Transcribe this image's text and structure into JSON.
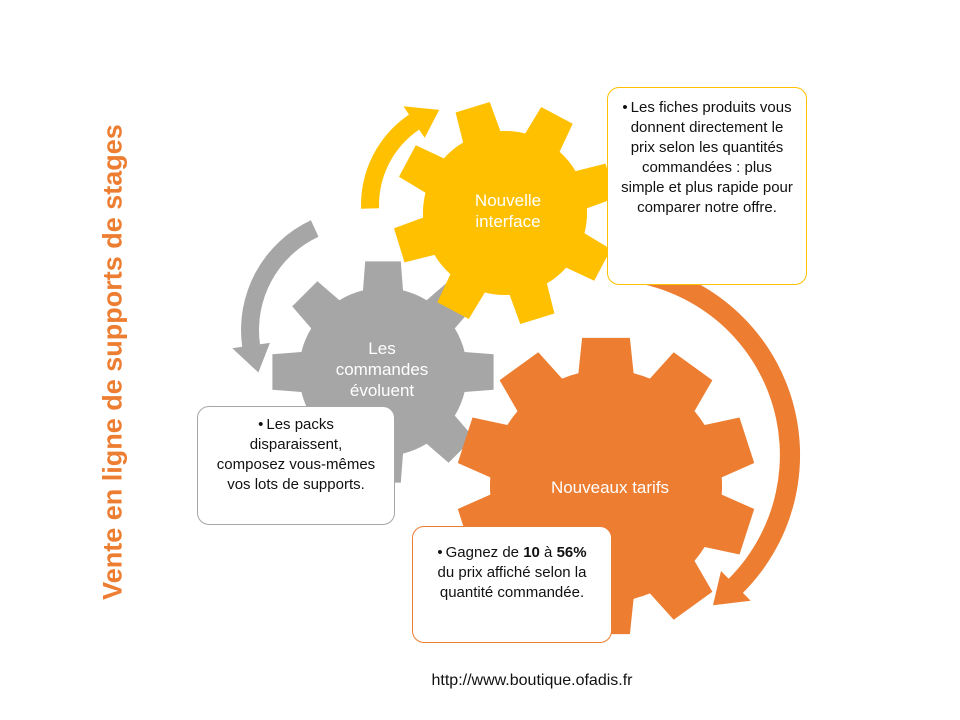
{
  "colors": {
    "yellow": "#FFC000",
    "gray": "#A6A6A6",
    "orange": "#ED7D31",
    "title": "#ED7D31",
    "callout_border_yellow": "#FFC000",
    "callout_border_gray": "#A6A6A6",
    "callout_border_orange": "#ED7D31"
  },
  "title": "Vente en ligne de supports de stages",
  "gears": {
    "yellow": {
      "label_line1": "Nouvelle",
      "label_line2": "interface"
    },
    "gray": {
      "label_line1": "Les",
      "label_line2": "commandes",
      "label_line3": "évoluent"
    },
    "orange": {
      "label": "Nouveaux tarifs"
    }
  },
  "callouts": {
    "yellow": {
      "bullet": "•",
      "text": "Les fiches produits vous donnent directement le prix selon les quantités commandées : plus simple et plus rapide pour comparer notre offre."
    },
    "gray": {
      "bullet": "•",
      "text": "Les packs disparaissent, composez vous-mêmes vos lots de supports."
    },
    "orange": {
      "bullet": "•",
      "text_before": "Gagnez de ",
      "bold1": "10",
      "text_mid": " à ",
      "bold2": "56%",
      "text_after": " du prix affiché selon la quantité commandée."
    }
  },
  "footer_url": "http://www.boutique.ofadis.fr"
}
